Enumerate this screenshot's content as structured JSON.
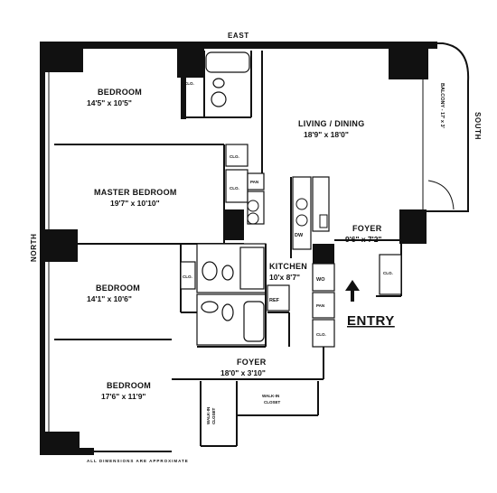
{
  "compass": {
    "east": "EAST",
    "north": "NORTH",
    "south": "SOUTH"
  },
  "rooms": {
    "bedroom1": {
      "name": "BEDROOM",
      "dim": "14'5\" x 10'5\""
    },
    "master": {
      "name": "MASTER BEDROOM",
      "dim": "19'7\" x 10'10\""
    },
    "bedroom2": {
      "name": "BEDROOM",
      "dim": "14'1\" x 10'6\""
    },
    "bedroom3": {
      "name": "BEDROOM",
      "dim": "17'6\" x 11'9\""
    },
    "living": {
      "name": "LIVING / DINING",
      "dim": "18'9\" x 18'0\""
    },
    "foyer1": {
      "name": "FOYER",
      "dim": "9'6\" x 7'2\""
    },
    "kitchen": {
      "name": "KITCHEN",
      "dim": "10'x 8'7\""
    },
    "foyer2": {
      "name": "FOYER",
      "dim": "18'0\" x 3'10\""
    },
    "balcony": {
      "label": "BALCONY - 17' x 3'"
    }
  },
  "labels": {
    "clo": "CLO.",
    "pan": "PAN",
    "dw": "DW",
    "wo": "WO",
    "ref": "REF",
    "walkin_line1": "WALK-IN",
    "walkin_line2": "CLOSET"
  },
  "entry": "ENTRY",
  "footnote": "ALL DIMENSIONS ARE APPROXIMATE"
}
